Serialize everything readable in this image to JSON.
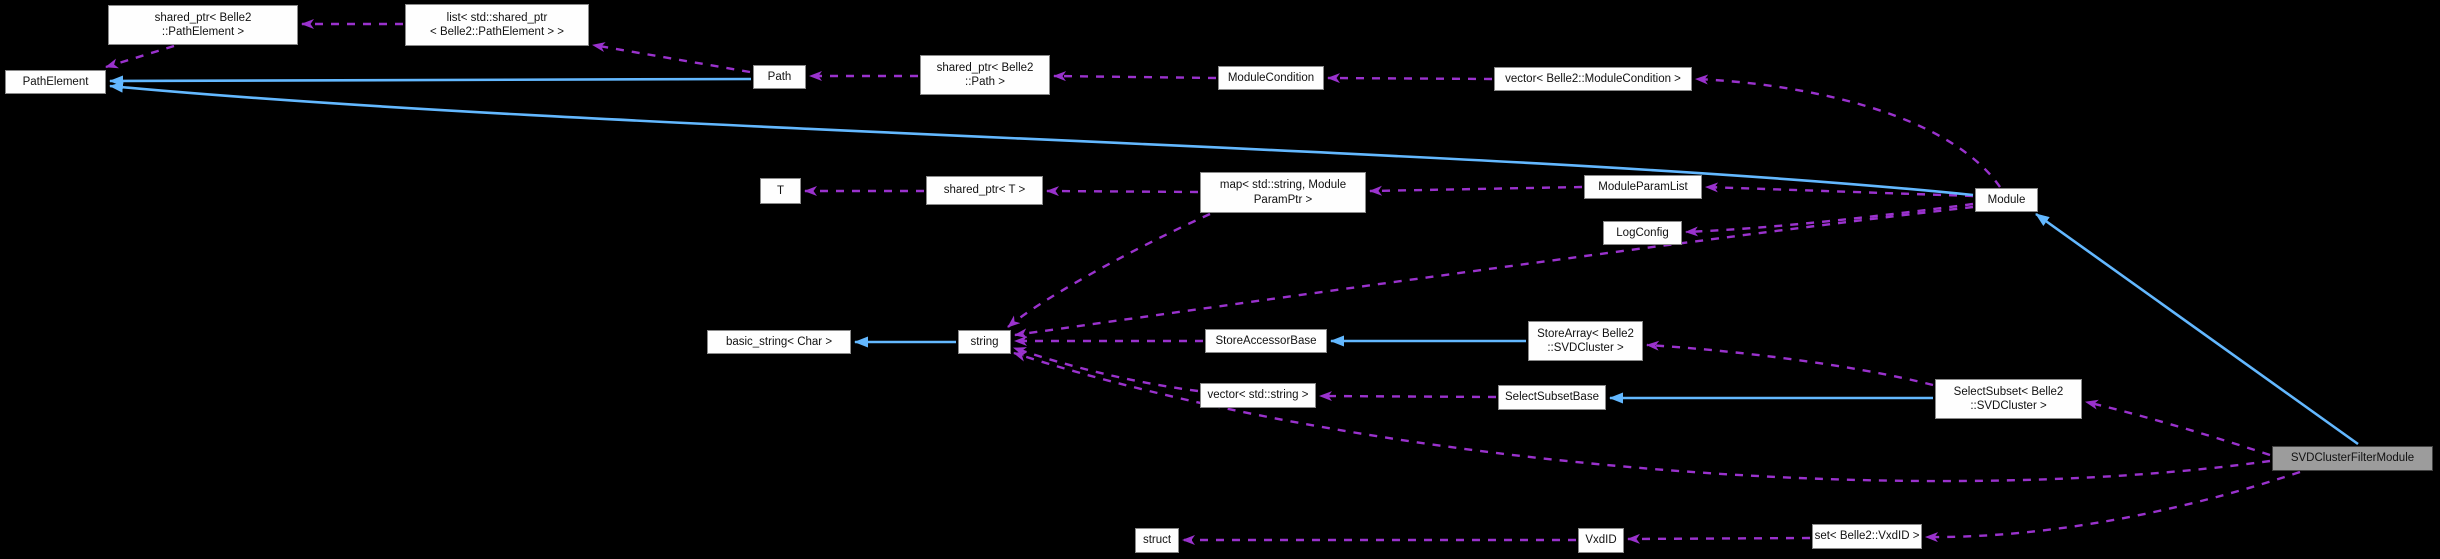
{
  "diagram": {
    "title": "SVDClusterFilterModule collaboration graph",
    "background_color": "#000000",
    "colors": {
      "uses_edge": "#9a32cd",
      "inherits_edge": "#63b8ff",
      "node_fill": "#fefefe",
      "node_border": "#8a8a8a",
      "highlight_fill": "#9c9c9c"
    },
    "nodes": [
      {
        "id": "shared_ptr_pathelement",
        "label_lines": [
          "shared_ptr< Belle2",
          "::PathElement >"
        ],
        "highlighted": false
      },
      {
        "id": "list_shared_ptr_pathelement",
        "label_lines": [
          "list< std::shared_ptr",
          "< Belle2::PathElement > >"
        ],
        "highlighted": false
      },
      {
        "id": "pathelement",
        "label_lines": [
          "PathElement"
        ],
        "highlighted": false
      },
      {
        "id": "path",
        "label_lines": [
          "Path"
        ],
        "highlighted": false
      },
      {
        "id": "shared_ptr_path",
        "label_lines": [
          "shared_ptr< Belle2",
          "::Path >"
        ],
        "highlighted": false
      },
      {
        "id": "modulecondition",
        "label_lines": [
          "ModuleCondition"
        ],
        "highlighted": false
      },
      {
        "id": "vector_modulecondition",
        "label_lines": [
          "vector< Belle2::ModuleCondition >"
        ],
        "highlighted": false
      },
      {
        "id": "t",
        "label_lines": [
          "T"
        ],
        "highlighted": false
      },
      {
        "id": "shared_ptr_t",
        "label_lines": [
          "shared_ptr< T >"
        ],
        "highlighted": false
      },
      {
        "id": "map_module_param_ptr",
        "label_lines": [
          "map< std::string, Module",
          "ParamPtr >"
        ],
        "highlighted": false
      },
      {
        "id": "moduleparamlist",
        "label_lines": [
          "ModuleParamList"
        ],
        "highlighted": false
      },
      {
        "id": "logconfig",
        "label_lines": [
          "LogConfig"
        ],
        "highlighted": false
      },
      {
        "id": "module",
        "label_lines": [
          "Module"
        ],
        "highlighted": false
      },
      {
        "id": "basic_string_char",
        "label_lines": [
          "basic_string< Char >"
        ],
        "highlighted": false
      },
      {
        "id": "string",
        "label_lines": [
          "string"
        ],
        "highlighted": false
      },
      {
        "id": "storeaccessorbase",
        "label_lines": [
          "StoreAccessorBase"
        ],
        "highlighted": false
      },
      {
        "id": "storearray_svdcluster",
        "label_lines": [
          "StoreArray< Belle2",
          "::SVDCluster >"
        ],
        "highlighted": false
      },
      {
        "id": "vector_std_string",
        "label_lines": [
          "vector< std::string >"
        ],
        "highlighted": false
      },
      {
        "id": "selectsubsetbase",
        "label_lines": [
          "SelectSubsetBase"
        ],
        "highlighted": false
      },
      {
        "id": "selectsubset_svdcluster",
        "label_lines": [
          "SelectSubset< Belle2",
          "::SVDCluster >"
        ],
        "highlighted": false
      },
      {
        "id": "svdclusterfiltermodule",
        "label_lines": [
          "SVDClusterFilterModule"
        ],
        "highlighted": true
      },
      {
        "id": "struct",
        "label_lines": [
          "struct"
        ],
        "highlighted": false
      },
      {
        "id": "vxdid",
        "label_lines": [
          "VxdID"
        ],
        "highlighted": false
      },
      {
        "id": "set_vxdid",
        "label_lines": [
          "set< Belle2::VxdID >"
        ],
        "highlighted": false
      }
    ],
    "edges": [
      {
        "from": "list_shared_ptr_pathelement",
        "to": "shared_ptr_pathelement",
        "relation": "uses"
      },
      {
        "from": "shared_ptr_pathelement",
        "to": "pathelement",
        "relation": "uses"
      },
      {
        "from": "path",
        "to": "list_shared_ptr_pathelement",
        "relation": "uses"
      },
      {
        "from": "shared_ptr_path",
        "to": "path",
        "relation": "uses"
      },
      {
        "from": "modulecondition",
        "to": "shared_ptr_path",
        "relation": "uses"
      },
      {
        "from": "vector_modulecondition",
        "to": "modulecondition",
        "relation": "uses"
      },
      {
        "from": "module",
        "to": "vector_modulecondition",
        "relation": "uses"
      },
      {
        "from": "shared_ptr_t",
        "to": "t",
        "relation": "uses"
      },
      {
        "from": "map_module_param_ptr",
        "to": "shared_ptr_t",
        "relation": "uses"
      },
      {
        "from": "moduleparamlist",
        "to": "map_module_param_ptr",
        "relation": "uses"
      },
      {
        "from": "module",
        "to": "moduleparamlist",
        "relation": "uses"
      },
      {
        "from": "module",
        "to": "logconfig",
        "relation": "uses"
      },
      {
        "from": "module",
        "to": "string",
        "relation": "uses"
      },
      {
        "from": "map_module_param_ptr",
        "to": "string",
        "relation": "uses"
      },
      {
        "from": "storeaccessorbase",
        "to": "string",
        "relation": "uses"
      },
      {
        "from": "vector_std_string",
        "to": "string",
        "relation": "uses"
      },
      {
        "from": "svdclusterfiltermodule",
        "to": "string",
        "relation": "uses"
      },
      {
        "from": "selectsubsetbase",
        "to": "vector_std_string",
        "relation": "uses"
      },
      {
        "from": "selectsubset_svdcluster",
        "to": "storearray_svdcluster",
        "relation": "uses"
      },
      {
        "from": "svdclusterfiltermodule",
        "to": "selectsubset_svdcluster",
        "relation": "uses"
      },
      {
        "from": "svdclusterfiltermodule",
        "to": "set_vxdid",
        "relation": "uses"
      },
      {
        "from": "set_vxdid",
        "to": "vxdid",
        "relation": "uses"
      },
      {
        "from": "vxdid",
        "to": "struct",
        "relation": "uses"
      },
      {
        "from": "path",
        "to": "pathelement",
        "relation": "inherits"
      },
      {
        "from": "module",
        "to": "pathelement",
        "relation": "inherits"
      },
      {
        "from": "string",
        "to": "basic_string_char",
        "relation": "inherits"
      },
      {
        "from": "storearray_svdcluster",
        "to": "storeaccessorbase",
        "relation": "inherits"
      },
      {
        "from": "selectsubset_svdcluster",
        "to": "selectsubsetbase",
        "relation": "inherits"
      },
      {
        "from": "svdclusterfiltermodule",
        "to": "module",
        "relation": "inherits"
      }
    ]
  }
}
